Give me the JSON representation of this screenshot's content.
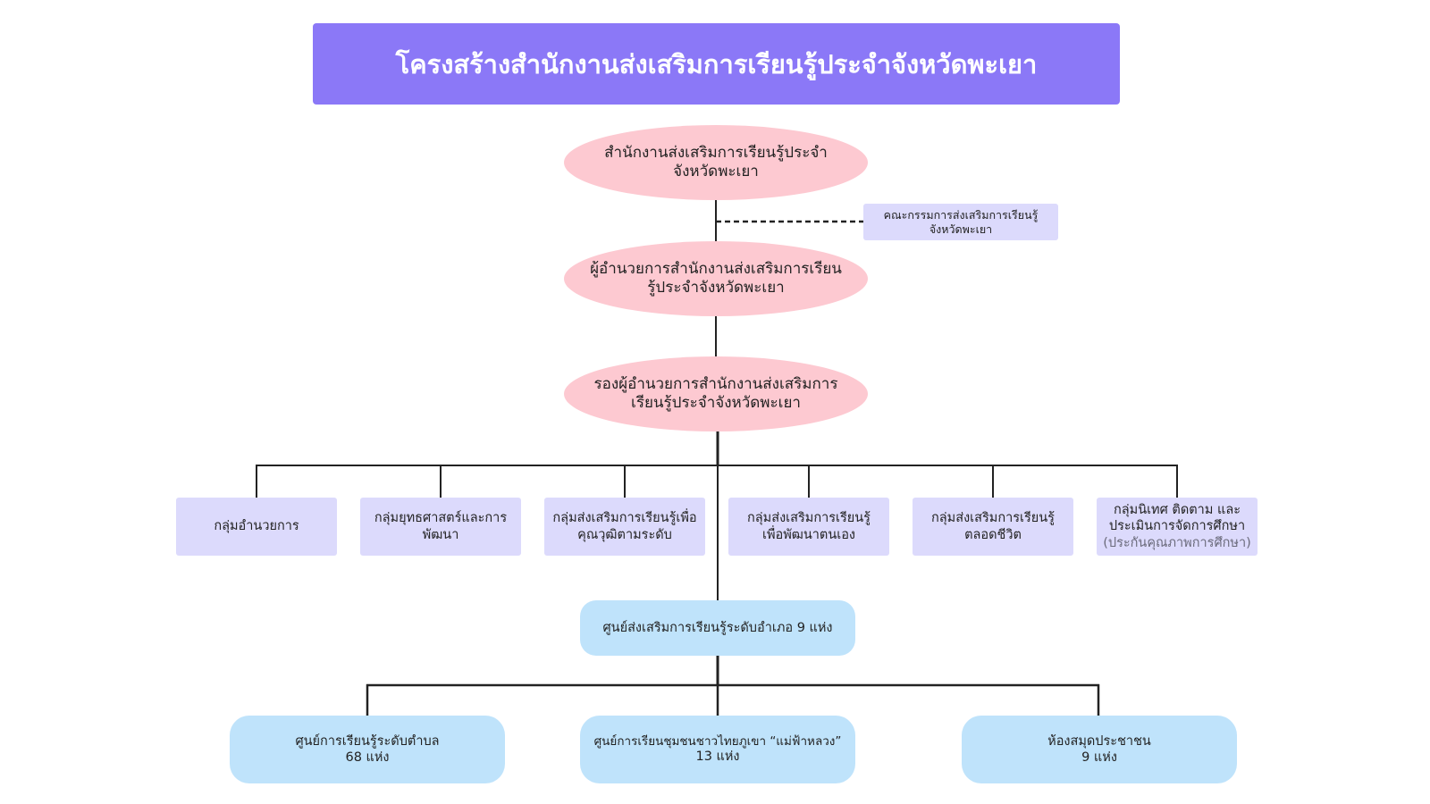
{
  "title": "โครงสร้างสำนักงานส่งเสริมการเรียนรู้ประจำจังหวัดพะเยา",
  "office": "สำนักงานส่งเสริมการเรียนรู้ประจำจังหวัดพะเยา",
  "committee": "คณะกรรมการส่งเสริมการเรียนรู้จังหวัดพะเยา",
  "director": "ผู้อำนวยการสำนักงานส่งเสริมการเรียนรู้ประจำจังหวัดพะเยา",
  "deputy": "รองผู้อำนวยการสำนักงานส่งเสริมการเรียนรู้ประจำจังหวัดพะเยา",
  "groups": [
    {
      "label": "กลุ่มอำนวยการ"
    },
    {
      "label": "กลุ่มยุทธศาสตร์และการพัฒนา"
    },
    {
      "label": "กลุ่มส่งเสริมการเรียนรู้เพื่อคุณวุฒิตามระดับ"
    },
    {
      "label": "กลุ่มส่งเสริมการเรียนรู้เพื่อพัฒนาตนเอง"
    },
    {
      "label": "กลุ่มส่งเสริมการเรียนรู้ตลอดชีวิต"
    },
    {
      "label": "กลุ่มนิเทศ ติดตาม และประเมินการจัดการศึกษา",
      "note": "(ประกันคุณภาพการศึกษา)"
    }
  ],
  "district_center": "ศูนย์ส่งเสริมการเรียนรู้ระดับอำเภอ 9 แห่ง",
  "units": [
    {
      "name": "ศูนย์การเรียนรู้ระดับตำบล",
      "count": "68 แห่ง"
    },
    {
      "name": "ศูนย์การเรียนชุมชนชาวไทยภูเขา “แม่ฟ้าหลวง”",
      "count": "13 แห่ง"
    },
    {
      "name": "ห้องสมุดประชาชน",
      "count": "9 แห่ง"
    }
  ],
  "colors": {
    "title_bg": "#8b78f7",
    "ellipse_bg": "#fdc9d1",
    "box_bg": "#dcdafc",
    "pill_bg": "#bfe3fb",
    "line": "#222222"
  }
}
